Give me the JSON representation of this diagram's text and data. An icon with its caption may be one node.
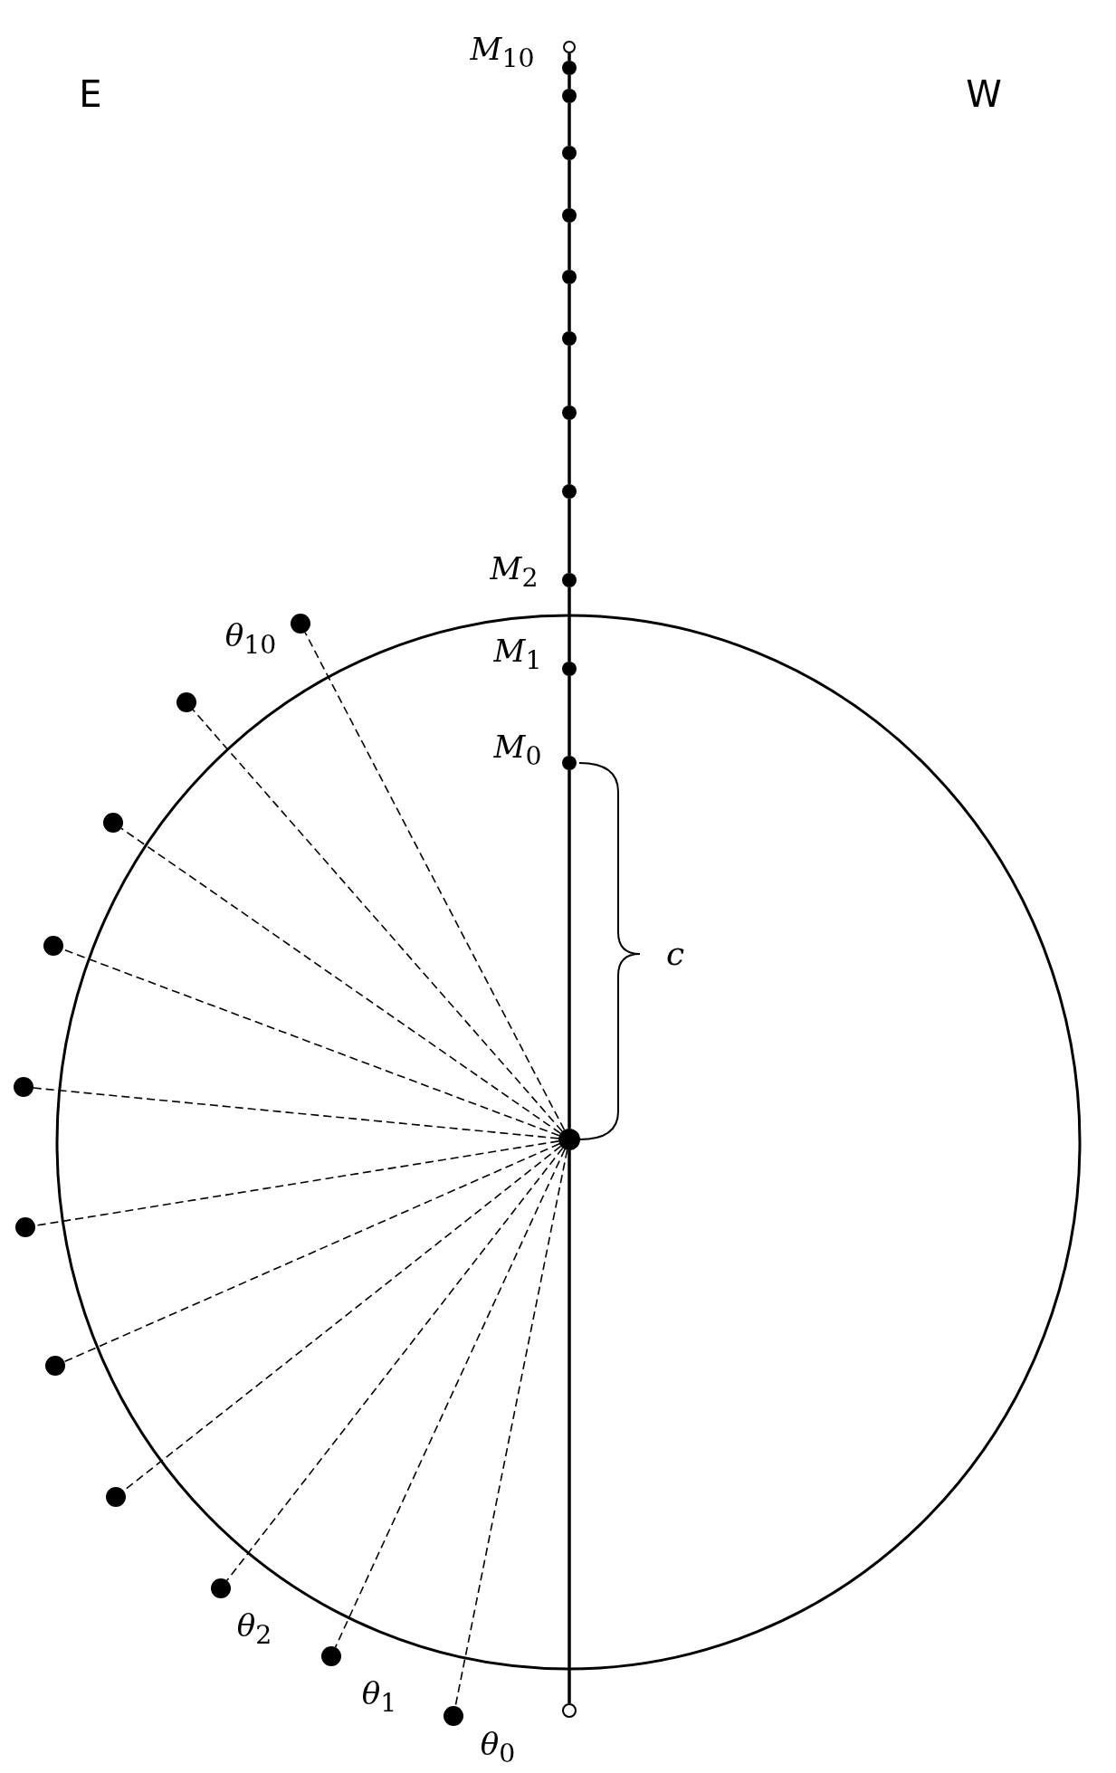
{
  "diagram": {
    "nodes": [
      {
        "text": [],
        "shape": "circle"
      },
      {
        "text": [],
        "shape": "circle",
        "beside": [
          "*M*$_{10}$"
        ]
      },
      {
        "text": [],
        "shape": "circle"
      },
      {
        "text": [],
        "shape": "circle"
      },
      {
        "text": [],
        "shape": "circle"
      },
      {
        "text": [],
        "shape": "circle"
      },
      {
        "text": [],
        "shape": "circle"
      },
      {
        "text": [],
        "shape": "circle"
      },
      {
        "text": [],
        "shape": "circle"
      },
      {
        "text": [],
        "shape": "circle",
        "beside": [
          "*M*$_{2}$"
        ]
      },
      {
        "text": [],
        "shape": "circle",
        "beside": [
          "*M*$_{1}$"
        ]
      },
      {
        "text": [],
        "shape": "circle",
        "beside": [
          "*M*$_{0}$"
        ]
      },
      {
        "text": [],
        "shape": "circle"
      },
      {
        "text": [],
        "shape": "circle"
      },
      {
        "text": [],
        "shape": "circle",
        "beside": [
          "*θ*$_{10}$"
        ]
      },
      {
        "text": [],
        "shape": "circle"
      },
      {
        "text": [],
        "shape": "circle"
      },
      {
        "text": [],
        "shape": "circle"
      },
      {
        "text": [],
        "shape": "circle"
      },
      {
        "text": [],
        "shape": "circle"
      },
      {
        "text": [],
        "shape": "circle"
      },
      {
        "text": [],
        "shape": "circle"
      },
      {
        "text": [],
        "shape": "circle",
        "beside": [
          "*θ*$_{2}$"
        ]
      },
      {
        "text": [],
        "shape": "circle",
        "beside": [
          "*θ*$_{1}$"
        ]
      },
      {
        "text": [],
        "shape": "circle",
        "beside": [
          "*θ*$_{0}$"
        ]
      }
    ],
    "edges": [
      {
        "from": 0,
        "to": 1,
        "arrow": "none"
      },
      {
        "from": 1,
        "to": 2,
        "arrow": "none"
      },
      {
        "from": 2,
        "to": 3,
        "arrow": "none"
      },
      {
        "from": 3,
        "to": 4,
        "arrow": "none"
      },
      {
        "from": 4,
        "to": 5,
        "arrow": "none"
      },
      {
        "from": 5,
        "to": 6,
        "arrow": "none"
      },
      {
        "from": 6,
        "to": 7,
        "arrow": "none"
      },
      {
        "from": 7,
        "to": 8,
        "arrow": "none"
      },
      {
        "from": 8,
        "to": 9,
        "arrow": "none"
      },
      {
        "from": 9,
        "to": 10,
        "arrow": "none"
      },
      {
        "from": 10,
        "to": 11,
        "arrow": "none"
      },
      {
        "from": 11,
        "to": 12,
        "arrow": "none"
      },
      {
        "from": 12,
        "to": 13,
        "arrow": "none"
      },
      {
        "from": 12,
        "to": 14,
        "arrow": "none",
        "style": "dashed"
      },
      {
        "from": 12,
        "to": 15,
        "arrow": "none",
        "style": "dashed"
      },
      {
        "from": 12,
        "to": 16,
        "arrow": "none",
        "style": "dashed"
      },
      {
        "from": 12,
        "to": 17,
        "arrow": "none",
        "style": "dashed"
      },
      {
        "from": 12,
        "to": 18,
        "arrow": "none",
        "style": "dashed"
      },
      {
        "from": 12,
        "to": 19,
        "arrow": "none",
        "style": "dashed"
      },
      {
        "from": 12,
        "to": 20,
        "arrow": "none",
        "style": "dashed"
      },
      {
        "from": 12,
        "to": 21,
        "arrow": "none",
        "style": "dashed"
      },
      {
        "from": 12,
        "to": 22,
        "arrow": "none",
        "style": "dashed"
      },
      {
        "from": 12,
        "to": 23,
        "arrow": "none",
        "style": "dashed"
      },
      {
        "from": 12,
        "to": 24,
        "arrow": "none",
        "style": "dashed"
      }
    ],
    "labels": [
      "E",
      "W",
      "*c*"
    ]
  }
}
